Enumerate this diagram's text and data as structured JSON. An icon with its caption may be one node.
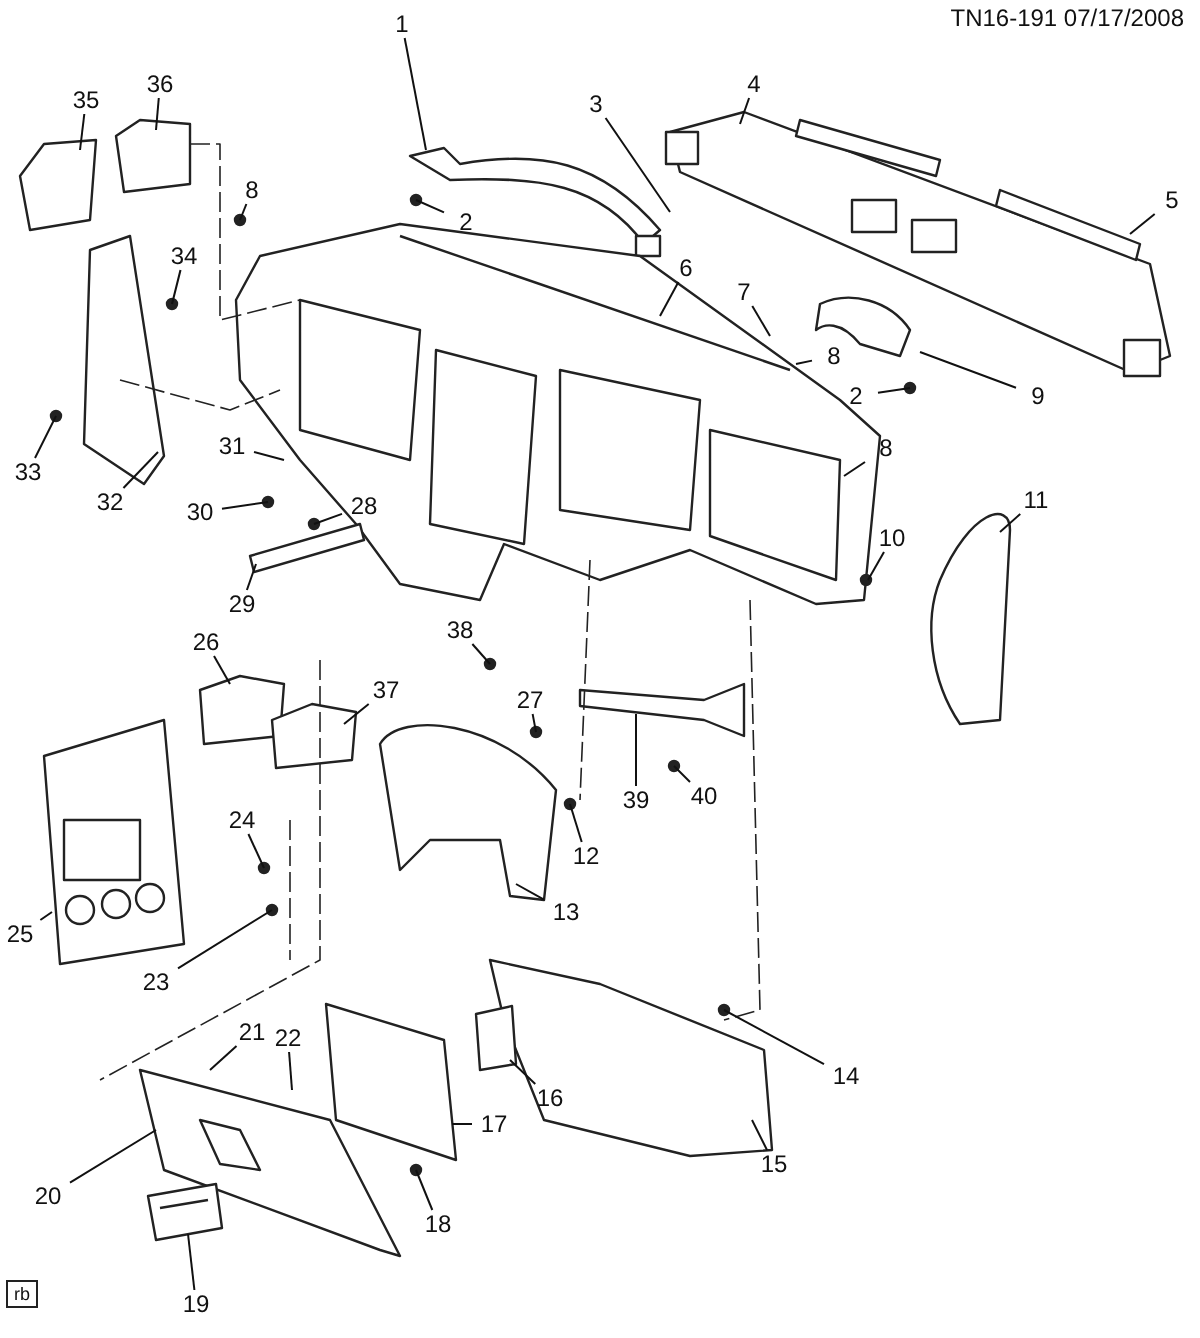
{
  "diagram": {
    "nodes": [
      {
        "text": [
          "1"
        ]
      },
      {
        "text": [
          "35"
        ]
      },
      {
        "text": [
          "36"
        ]
      },
      {
        "text": [
          "2"
        ]
      },
      {
        "text": [
          "3"
        ]
      },
      {
        "text": [
          "4"
        ]
      },
      {
        "text": [
          "8"
        ]
      },
      {
        "text": [
          "34"
        ]
      },
      {
        "text": [
          "5"
        ]
      },
      {
        "text": [
          "6"
        ]
      },
      {
        "text": [
          "7"
        ]
      },
      {
        "text": [
          "8"
        ]
      },
      {
        "text": [
          "2"
        ]
      },
      {
        "text": [
          "9"
        ]
      },
      {
        "text": [
          "8"
        ]
      },
      {
        "text": [
          "33"
        ]
      },
      {
        "text": [
          "32"
        ]
      },
      {
        "text": [
          "11"
        ]
      },
      {
        "text": [
          "31"
        ]
      },
      {
        "text": [
          "30"
        ]
      },
      {
        "text": [
          "28"
        ]
      },
      {
        "text": [
          "10"
        ]
      },
      {
        "text": [
          "29"
        ]
      },
      {
        "text": [
          "26"
        ]
      },
      {
        "text": [
          "38"
        ]
      },
      {
        "text": [
          "37"
        ]
      },
      {
        "text": [
          "27"
        ]
      },
      {
        "text": [
          "39"
        ]
      },
      {
        "text": [
          "40"
        ]
      },
      {
        "text": [
          "12"
        ]
      },
      {
        "text": [
          "24"
        ]
      },
      {
        "text": [
          "13"
        ]
      },
      {
        "text": [
          "25"
        ]
      },
      {
        "text": [
          "23"
        ]
      },
      {
        "text": [
          "14"
        ]
      },
      {
        "text": [
          "21"
        ]
      },
      {
        "text": [
          "22"
        ]
      },
      {
        "text": [
          "16"
        ]
      },
      {
        "text": [
          "17"
        ]
      },
      {
        "text": [
          "15"
        ]
      },
      {
        "text": [
          "20"
        ]
      },
      {
        "text": [
          "18"
        ]
      },
      {
        "text": [
          "19"
        ]
      }
    ],
    "edges": [
      {
        "from": 0,
        "to": null,
        "arrow": "none"
      },
      {
        "from": 1,
        "to": null,
        "arrow": "none"
      },
      {
        "from": 2,
        "to": null,
        "arrow": "none"
      },
      {
        "from": 3,
        "to": null,
        "arrow": "none"
      },
      {
        "from": 4,
        "to": null,
        "arrow": "none"
      },
      {
        "from": 5,
        "to": null,
        "arrow": "none"
      },
      {
        "from": 6,
        "to": null,
        "arrow": "none"
      },
      {
        "from": 7,
        "to": null,
        "arrow": "none"
      },
      {
        "from": 8,
        "to": null,
        "arrow": "none"
      },
      {
        "from": 9,
        "to": null,
        "arrow": "none"
      },
      {
        "from": 10,
        "to": null,
        "arrow": "none"
      },
      {
        "from": 11,
        "to": null,
        "arrow": "none"
      },
      {
        "from": 12,
        "to": null,
        "arrow": "none"
      },
      {
        "from": 13,
        "to": null,
        "arrow": "none"
      },
      {
        "from": 14,
        "to": null,
        "arrow": "none"
      },
      {
        "from": 15,
        "to": null,
        "arrow": "none"
      },
      {
        "from": 16,
        "to": null,
        "arrow": "none"
      },
      {
        "from": 17,
        "to": null,
        "arrow": "none"
      },
      {
        "from": 18,
        "to": null,
        "arrow": "none"
      },
      {
        "from": 19,
        "to": null,
        "arrow": "none"
      },
      {
        "from": 20,
        "to": null,
        "arrow": "none"
      },
      {
        "from": 21,
        "to": null,
        "arrow": "none"
      },
      {
        "from": 22,
        "to": null,
        "arrow": "none"
      },
      {
        "from": 23,
        "to": null,
        "arrow": "none"
      },
      {
        "from": 24,
        "to": null,
        "arrow": "none"
      },
      {
        "from": 25,
        "to": null,
        "arrow": "none"
      },
      {
        "from": 26,
        "to": null,
        "arrow": "none"
      },
      {
        "from": 27,
        "to": null,
        "arrow": "none"
      },
      {
        "from": 28,
        "to": null,
        "arrow": "none"
      },
      {
        "from": 29,
        "to": null,
        "arrow": "none"
      },
      {
        "from": 30,
        "to": null,
        "arrow": "none"
      },
      {
        "from": 31,
        "to": null,
        "arrow": "none"
      },
      {
        "from": 32,
        "to": null,
        "arrow": "none"
      },
      {
        "from": 33,
        "to": null,
        "arrow": "none"
      },
      {
        "from": 34,
        "to": null,
        "arrow": "none"
      },
      {
        "from": 35,
        "to": null,
        "arrow": "none"
      },
      {
        "from": 36,
        "to": null,
        "arrow": "none"
      },
      {
        "from": 37,
        "to": null,
        "arrow": "none"
      },
      {
        "from": 38,
        "to": null,
        "arrow": "none"
      },
      {
        "from": 39,
        "to": null,
        "arrow": "none"
      },
      {
        "from": 40,
        "to": null,
        "arrow": "none"
      },
      {
        "from": 41,
        "to": null,
        "arrow": "none"
      },
      {
        "from": 42,
        "to": null,
        "arrow": "none"
      }
    ],
    "labels": [
      "TN16-191 07/17/2008",
      "rb"
    ]
  }
}
